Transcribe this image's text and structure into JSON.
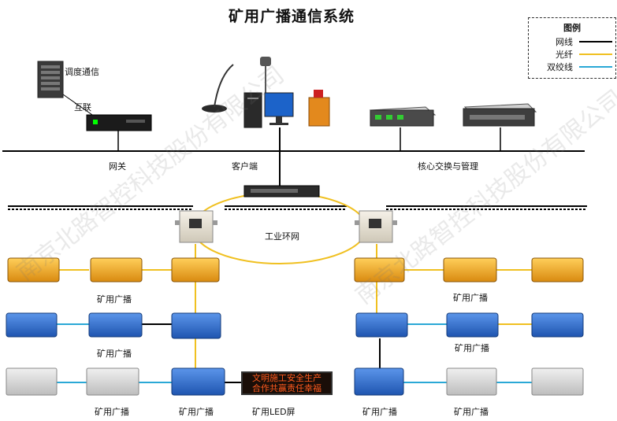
{
  "title": "矿用广播通信系统",
  "legend": {
    "title": "图例",
    "items": [
      {
        "label": "网线",
        "color": "#000000"
      },
      {
        "label": "光纤",
        "color": "#f0c020"
      },
      {
        "label": "双绞线",
        "color": "#2aa8d6"
      }
    ]
  },
  "labels": {
    "dispatch": "调度通信",
    "interconnect": "互联",
    "gateway": "网关",
    "client": "客户端",
    "core": "核心交换与管理",
    "ring": "工业环网",
    "led_screen": "矿用LED屏"
  },
  "broadcast_label": "矿用广播",
  "led_text": [
    "文明施工安全生产",
    "合作共赢责任幸福"
  ],
  "watermark": "南京北路智控科技股份有限公司",
  "colors": {
    "yellow_unit": "#f2a622",
    "blue_unit": "#2f6fd0",
    "gray_unit": "#d6d6d6",
    "fiber": "#f0c020",
    "twisted": "#2aa8d6"
  }
}
